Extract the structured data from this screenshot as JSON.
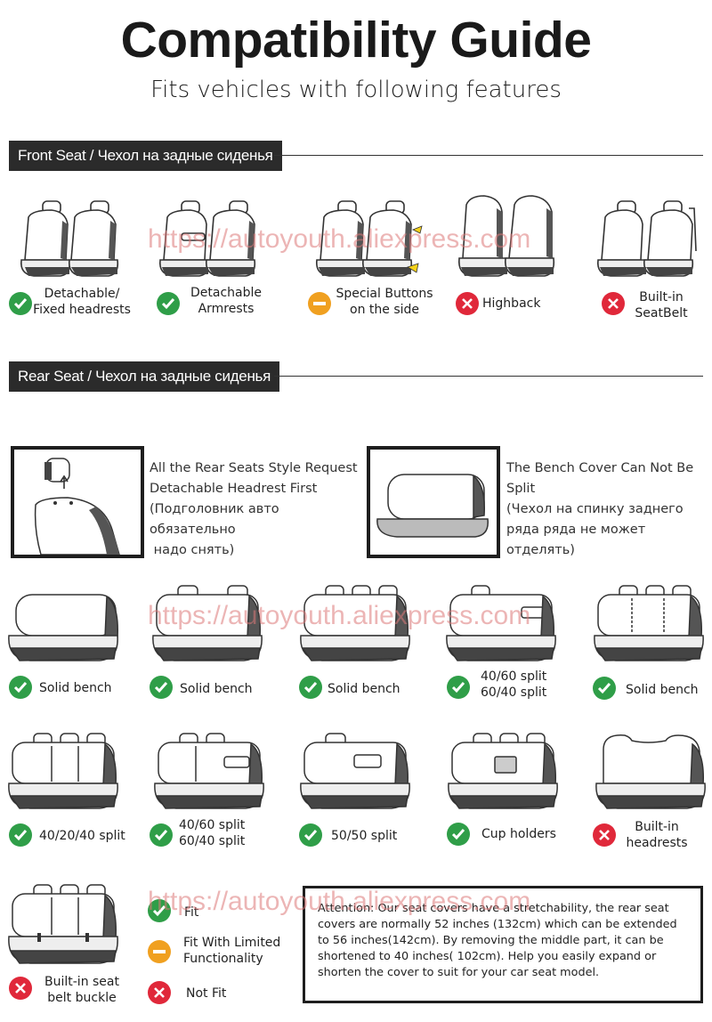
{
  "header": {
    "title": "Compatibility Guide",
    "subtitle": "Fits vehicles with following features"
  },
  "sections": {
    "front": "Front Seat / Чехол на задные сиденья",
    "rear": "Rear Seat / Чехол на задные сиденья"
  },
  "front_items": [
    {
      "status": "fit",
      "label_line1": "Detachable/",
      "label_line2": "Fixed headrests"
    },
    {
      "status": "fit",
      "label_line1": "Detachable",
      "label_line2": "Armrests"
    },
    {
      "status": "limited",
      "label_line1": "Special Buttons",
      "label_line2": "on the side"
    },
    {
      "status": "notfit",
      "label_line1": "Highback",
      "label_line2": ""
    },
    {
      "status": "notfit",
      "label_line1": "Built-in",
      "label_line2": "SeatBelt"
    }
  ],
  "rear_notes": {
    "left": [
      "All the Rear Seats Style Request",
      "Detachable Headrest First",
      "(Подголовник авто обязательно",
      " надо снять)"
    ],
    "right": [
      "The Bench Cover Can Not Be",
      "Split",
      "(Чехол на спинку заднего",
      "ряда ряда не может отделять)"
    ]
  },
  "rear_row1": [
    {
      "status": "fit",
      "label_line1": "Solid bench",
      "label_line2": ""
    },
    {
      "status": "fit",
      "label_line1": "Solid bench",
      "label_line2": ""
    },
    {
      "status": "fit",
      "label_line1": "Solid bench",
      "label_line2": ""
    },
    {
      "status": "fit",
      "label_line1": "40/60 split",
      "label_line2": "60/40 split"
    },
    {
      "status": "fit",
      "label_line1": "Solid bench",
      "label_line2": ""
    }
  ],
  "rear_row2": [
    {
      "status": "fit",
      "label_line1": "40/20/40 split",
      "label_line2": ""
    },
    {
      "status": "fit",
      "label_line1": "40/60 split",
      "label_line2": "60/40 split"
    },
    {
      "status": "fit",
      "label_line1": "50/50 split",
      "label_line2": ""
    },
    {
      "status": "fit",
      "label_line1": "Cup holders",
      "label_line2": ""
    },
    {
      "status": "notfit",
      "label_line1": "Built-in",
      "label_line2": "headrests"
    }
  ],
  "rear_row3": {
    "label_line1": "Built-in seat",
    "label_line2": "belt buckle"
  },
  "legend": {
    "fit": "Fit",
    "limited_line1": "Fit With Limited",
    "limited_line2": "Functionality",
    "notfit": "Not Fit"
  },
  "attention": "Attention: Our seat covers have a stretchability, the rear seat covers are normally  52 inches (132cm)  which can be extended to 56 inches(142cm). By removing the middle part, it can be shortened to 40 inches( 102cm). Help you easily expand or shorten the cover to suit for your car seat model.",
  "watermark": "https://autoyouth.aliexpress.com",
  "colors": {
    "fit": "#2f9e48",
    "limited": "#f0a020",
    "notfit": "#e0283a",
    "watermark": "#dc7878"
  }
}
